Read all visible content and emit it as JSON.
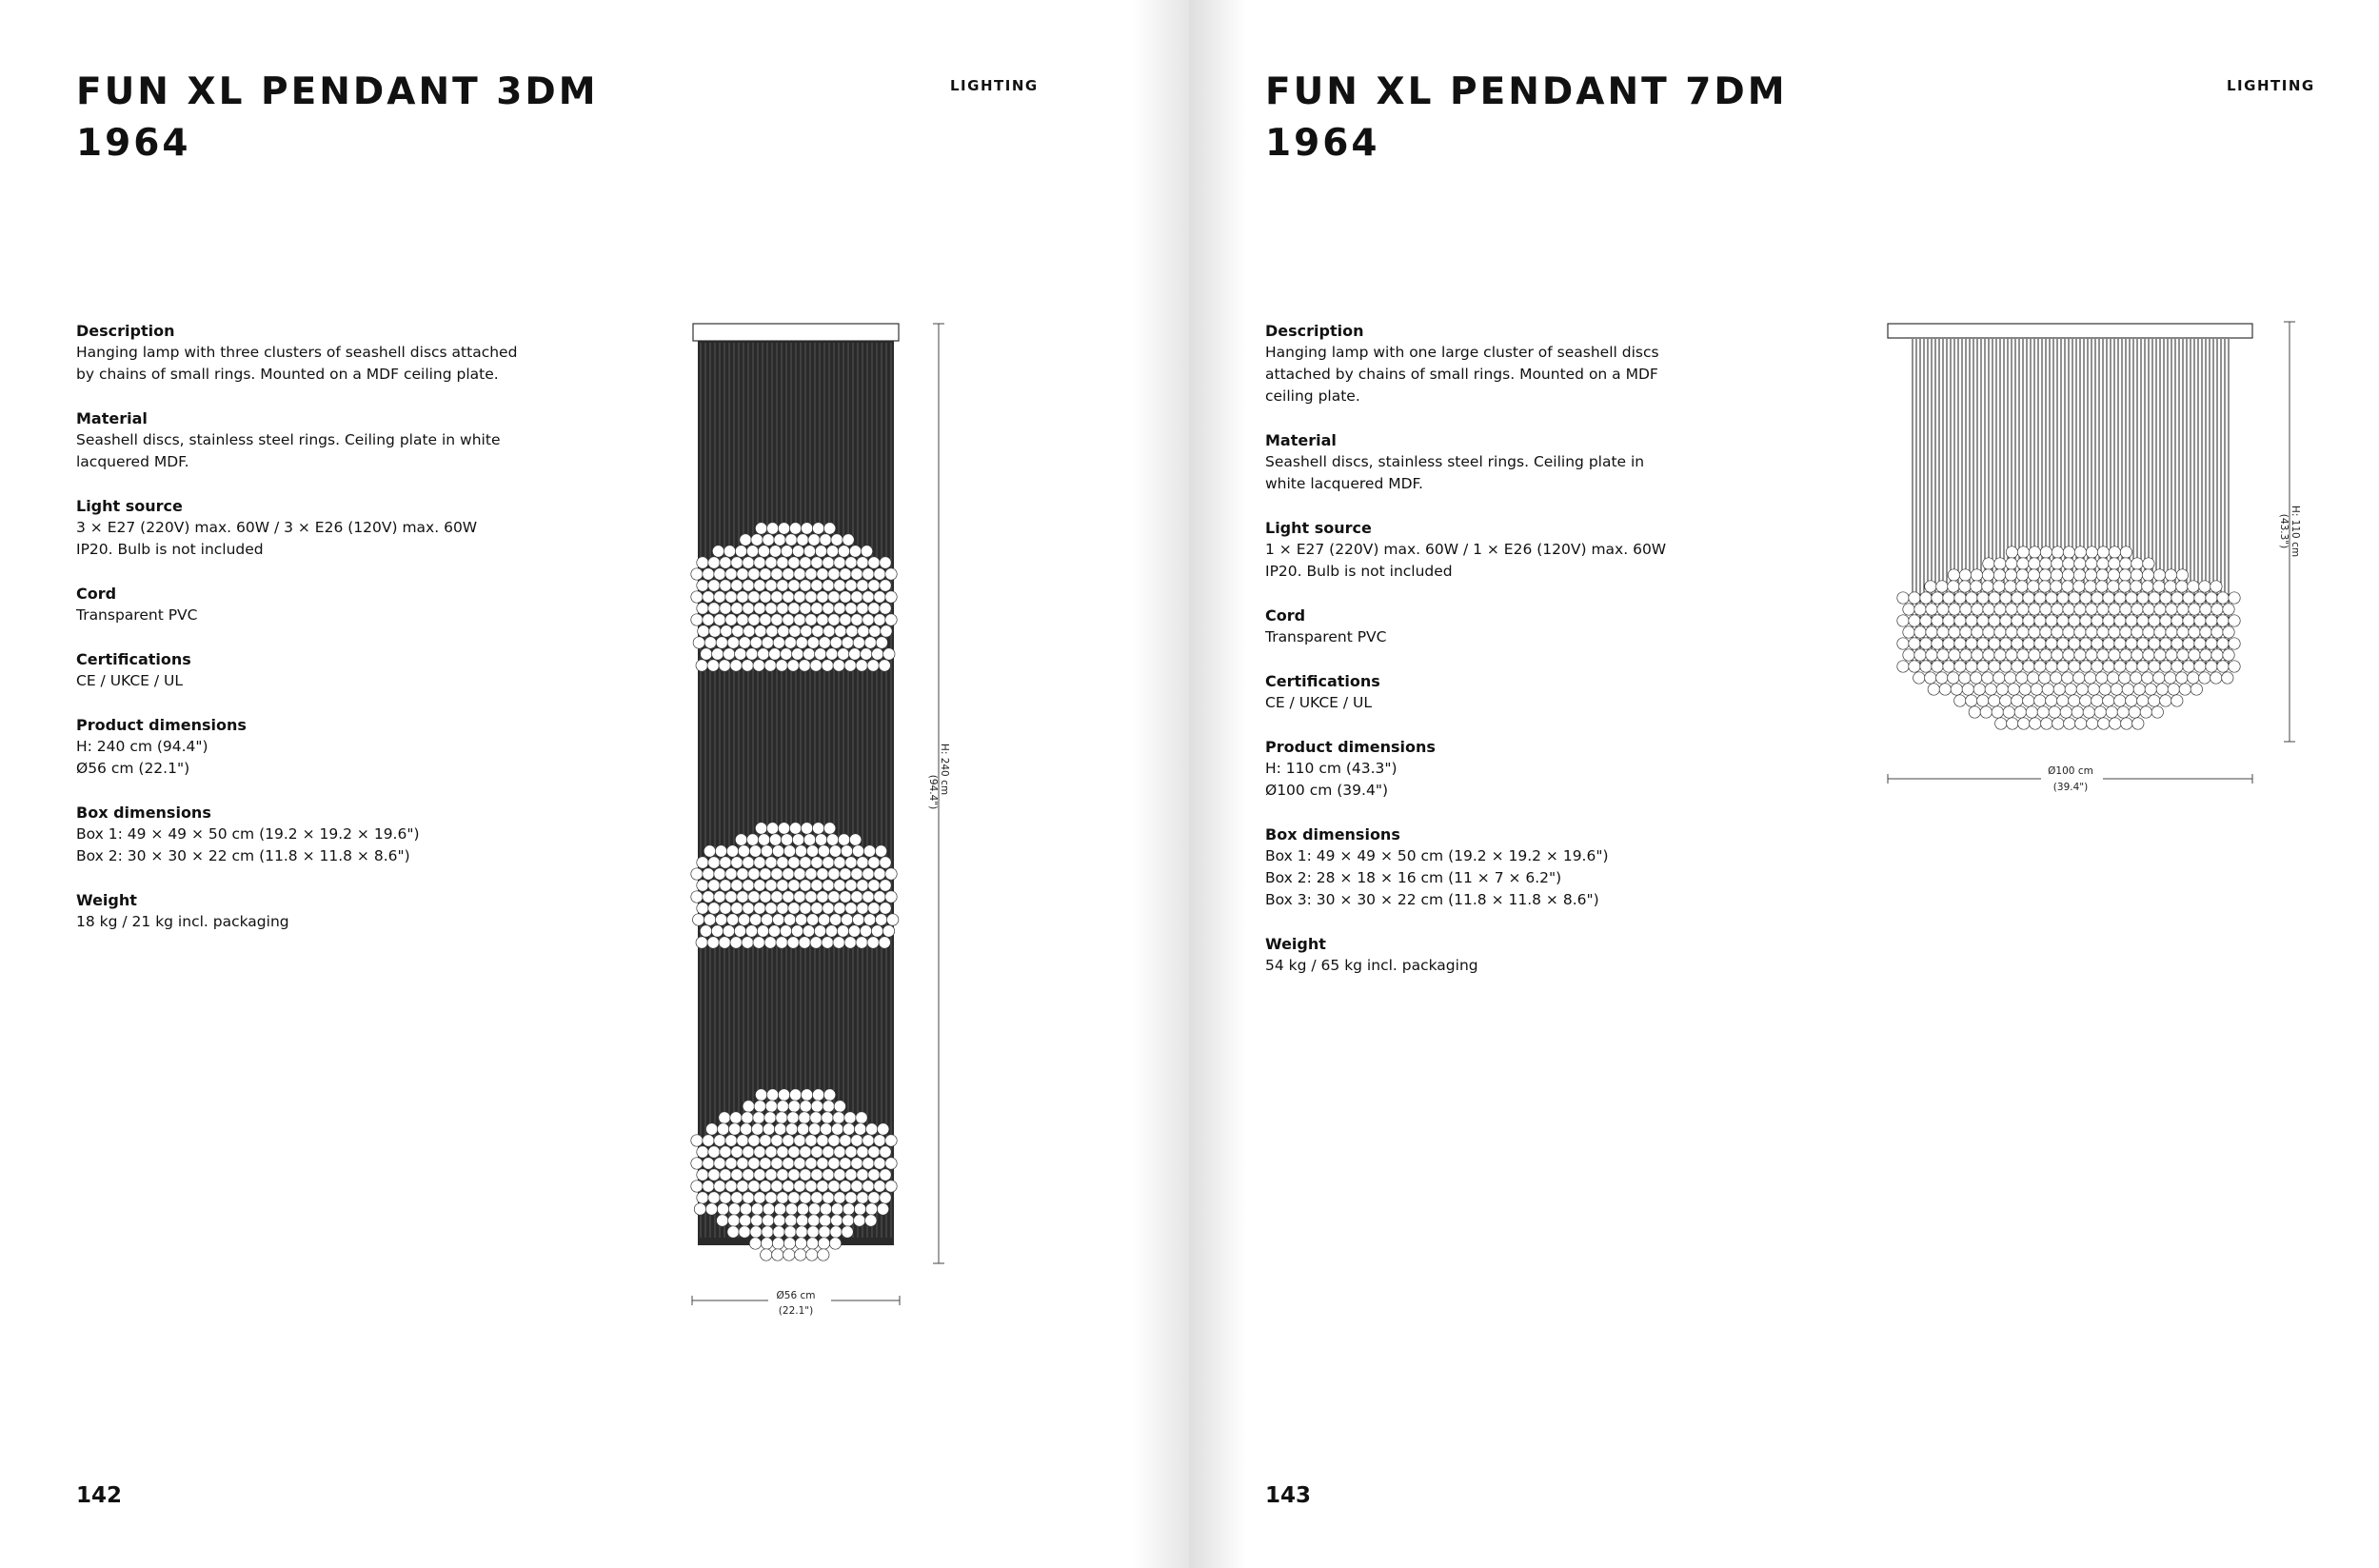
{
  "left_page": {
    "title_line1": "FUN XL PENDANT 3DM",
    "title_line2": "1964",
    "category": "LIGHTING",
    "specs": {
      "description": {
        "label": "Description",
        "lines": [
          "Hanging lamp with three clusters of seashell discs attached",
          "by chains of small rings. Mounted on a MDF ceiling plate."
        ]
      },
      "material": {
        "label": "Material",
        "lines": [
          "Seashell discs, stainless steel rings. Ceiling plate in white",
          "lacquered MDF."
        ]
      },
      "light_source": {
        "label": "Light source",
        "lines": [
          "3 × E27 (220V) max. 60W / 3 × E26 (120V) max. 60W",
          "IP20. Bulb is not included"
        ]
      },
      "cord": {
        "label": "Cord",
        "lines": [
          "Transparent PVC"
        ]
      },
      "certifications": {
        "label": "Certifications",
        "lines": [
          "CE / UKCE / UL"
        ]
      },
      "product_dimensions": {
        "label": "Product dimensions",
        "lines": [
          "H: 240 cm (94.4\")",
          "Ø56 cm (22.1\")"
        ]
      },
      "box_dimensions": {
        "label": "Box dimensions",
        "lines": [
          "Box 1: 49 × 49 × 50 cm (19.2 × 19.2 × 19.6\")",
          "Box 2: 30 × 30 × 22 cm (11.8 × 11.8 × 8.6\")"
        ]
      },
      "weight": {
        "label": "Weight",
        "lines": [
          "18 kg / 21 kg incl. packaging"
        ]
      }
    },
    "dimension_labels": {
      "height_line1": "H: 240 cm",
      "height_line2": "(94.4\")",
      "width_line1": "Ø56 cm",
      "width_line2": "(22.1\")"
    },
    "page_number": "142"
  },
  "right_page": {
    "title_line1": "FUN XL PENDANT 7DM",
    "title_line2": "1964",
    "category": "LIGHTING",
    "specs": {
      "description": {
        "label": "Description",
        "lines": [
          "Hanging lamp with one large cluster of seashell discs",
          "attached by chains of small rings. Mounted on a MDF",
          "ceiling plate."
        ]
      },
      "material": {
        "label": "Material",
        "lines": [
          "Seashell discs, stainless steel rings. Ceiling plate in",
          "white lacquered MDF."
        ]
      },
      "light_source": {
        "label": "Light source",
        "lines": [
          "1 × E27 (220V) max. 60W / 1 × E26 (120V) max. 60W",
          "IP20. Bulb is not included"
        ]
      },
      "cord": {
        "label": "Cord",
        "lines": [
          "Transparent PVC"
        ]
      },
      "certifications": {
        "label": "Certifications",
        "lines": [
          "CE / UKCE / UL"
        ]
      },
      "product_dimensions": {
        "label": "Product dimensions",
        "lines": [
          "H: 110 cm (43.3\")",
          "Ø100 cm (39.4\")"
        ]
      },
      "box_dimensions": {
        "label": "Box dimensions",
        "lines": [
          "Box 1: 49 × 49 × 50 cm (19.2 × 19.2 × 19.6\")",
          "Box 2: 28 × 18 × 16 cm (11 × 7 × 6.2\")",
          "Box 3: 30 × 30 × 22 cm (11.8 × 11.8 × 8.6\")"
        ]
      },
      "weight": {
        "label": "Weight",
        "lines": [
          "54 kg / 65 kg incl. packaging"
        ]
      }
    },
    "dimension_labels": {
      "height_line1": "H: 110 cm",
      "height_line2": "(43.3\")",
      "width_line1": "Ø100 cm",
      "width_line2": "(39.4\")"
    },
    "page_number": "143"
  }
}
